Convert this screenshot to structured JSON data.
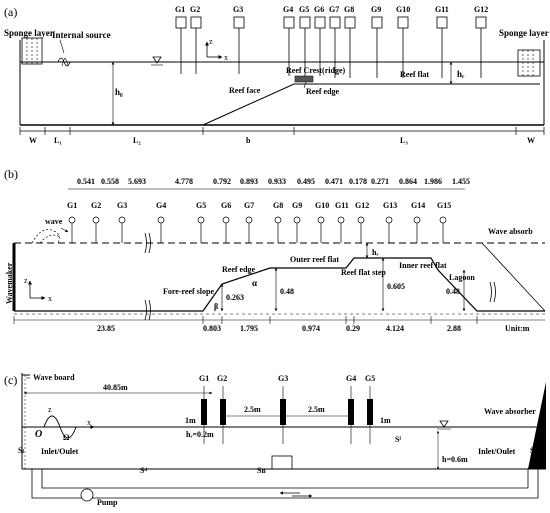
{
  "panel_a": {
    "label": "(a)",
    "sponge_left": "Sponge layer",
    "sponge_right": "Sponge layer",
    "internal_source": "Internal source",
    "z": "z",
    "x": "x",
    "h0": "h₀",
    "hr": "hᵣ",
    "reef_crest": "Reef Crest(ridge)",
    "reef_flat": "Reef flat",
    "reef_face": "Reef face",
    "reef_edge": "Reef edge",
    "gauges": [
      "G1",
      "G2",
      "G3",
      "G4",
      "G5",
      "G6",
      "G7",
      "G8",
      "G9",
      "G10",
      "G11",
      "G12"
    ],
    "dims": [
      "W",
      "L₁",
      "L₂",
      "b",
      "L₃",
      "W"
    ]
  },
  "panel_b": {
    "label": "(b)",
    "spacings": [
      "0.541",
      "0.558",
      "5.693",
      "4.778",
      "0.792",
      "0.893",
      "0.933",
      "0.495",
      "0.471",
      "0.178",
      "0.271",
      "0.864",
      "1.986",
      "1.455"
    ],
    "gauges": [
      "G1",
      "G2",
      "G3",
      "G4",
      "G5",
      "G6",
      "G7",
      "G8",
      "G9",
      "G10",
      "G11",
      "G12",
      "G13",
      "G14",
      "G15"
    ],
    "wave": "wave",
    "wave_absorb": "Wave absorb",
    "wavemaker": "Wavemaker",
    "z": "z",
    "x": "x",
    "hr": "hᵣ",
    "outer_reef_flat": "Outer reef flat",
    "reef_flat_step": "Reef flat step",
    "inner_reef_flat": "Inner reef flat",
    "reef_edge": "Reef edge",
    "fore_reef_slope": "Fore-reef  slope",
    "lagoon": "Lagoon",
    "alpha": "α",
    "beta": "β",
    "d0263": "0.263",
    "d048a": "0.48",
    "d0605": "0.605",
    "d048b": "0.48",
    "dims": [
      "23.85",
      "0.803",
      "1.795",
      "0.974",
      "0.29",
      "4.124",
      "2.88"
    ],
    "unit": "Unit:m"
  },
  "panel_c": {
    "label": "(c)",
    "wave_board": "Wave board",
    "dist_4085": "40.85m",
    "gauges": [
      "G1",
      "G2",
      "G3",
      "G4",
      "G5"
    ],
    "d1m_left": "1m",
    "d25m_a": "2.5m",
    "d25m_b": "2.5m",
    "d1m_right": "1m",
    "wave_absorber": "Wave absorber",
    "O": "O",
    "x": "x",
    "z": "z",
    "hr": "hᵣ=0.2m",
    "Sf": "Sᶠ",
    "h": "h=0.6m",
    "Sl": "Sₗ",
    "Omega": "Ω",
    "inlet_left": "Inlet/Oulet",
    "inlet_right": "Inlet/Oulet",
    "SB": "Sʙ",
    "Sd": "Sᵈ",
    "Sr": "Sᵣ",
    "pump": "Pump"
  }
}
